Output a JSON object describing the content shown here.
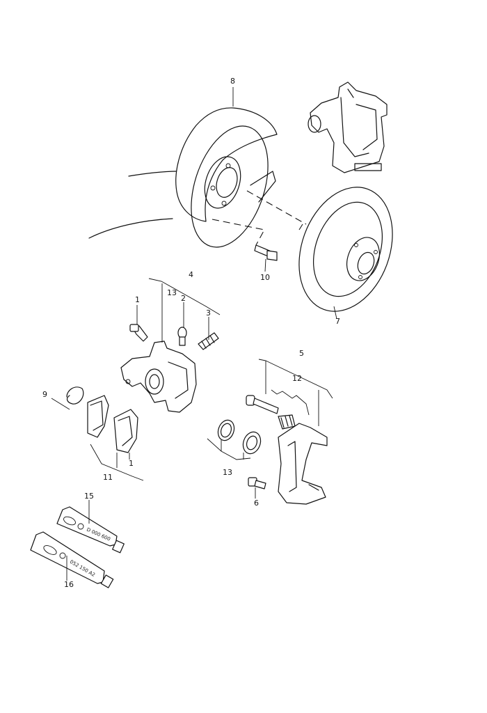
{
  "callouts": {
    "c1a": "1",
    "c1b": "1",
    "c2": "2",
    "c3": "3",
    "c4": "4",
    "c5": "5",
    "c6": "6",
    "c7": "7",
    "c8": "8",
    "c9": "9",
    "c10": "10",
    "c11": "11",
    "c12": "12",
    "c13a": "13",
    "c13b": "13",
    "c15": "15",
    "c16": "16"
  },
  "tube_labels": {
    "tube_top": "D 000 600",
    "tube_bottom": "052 150 A2"
  }
}
